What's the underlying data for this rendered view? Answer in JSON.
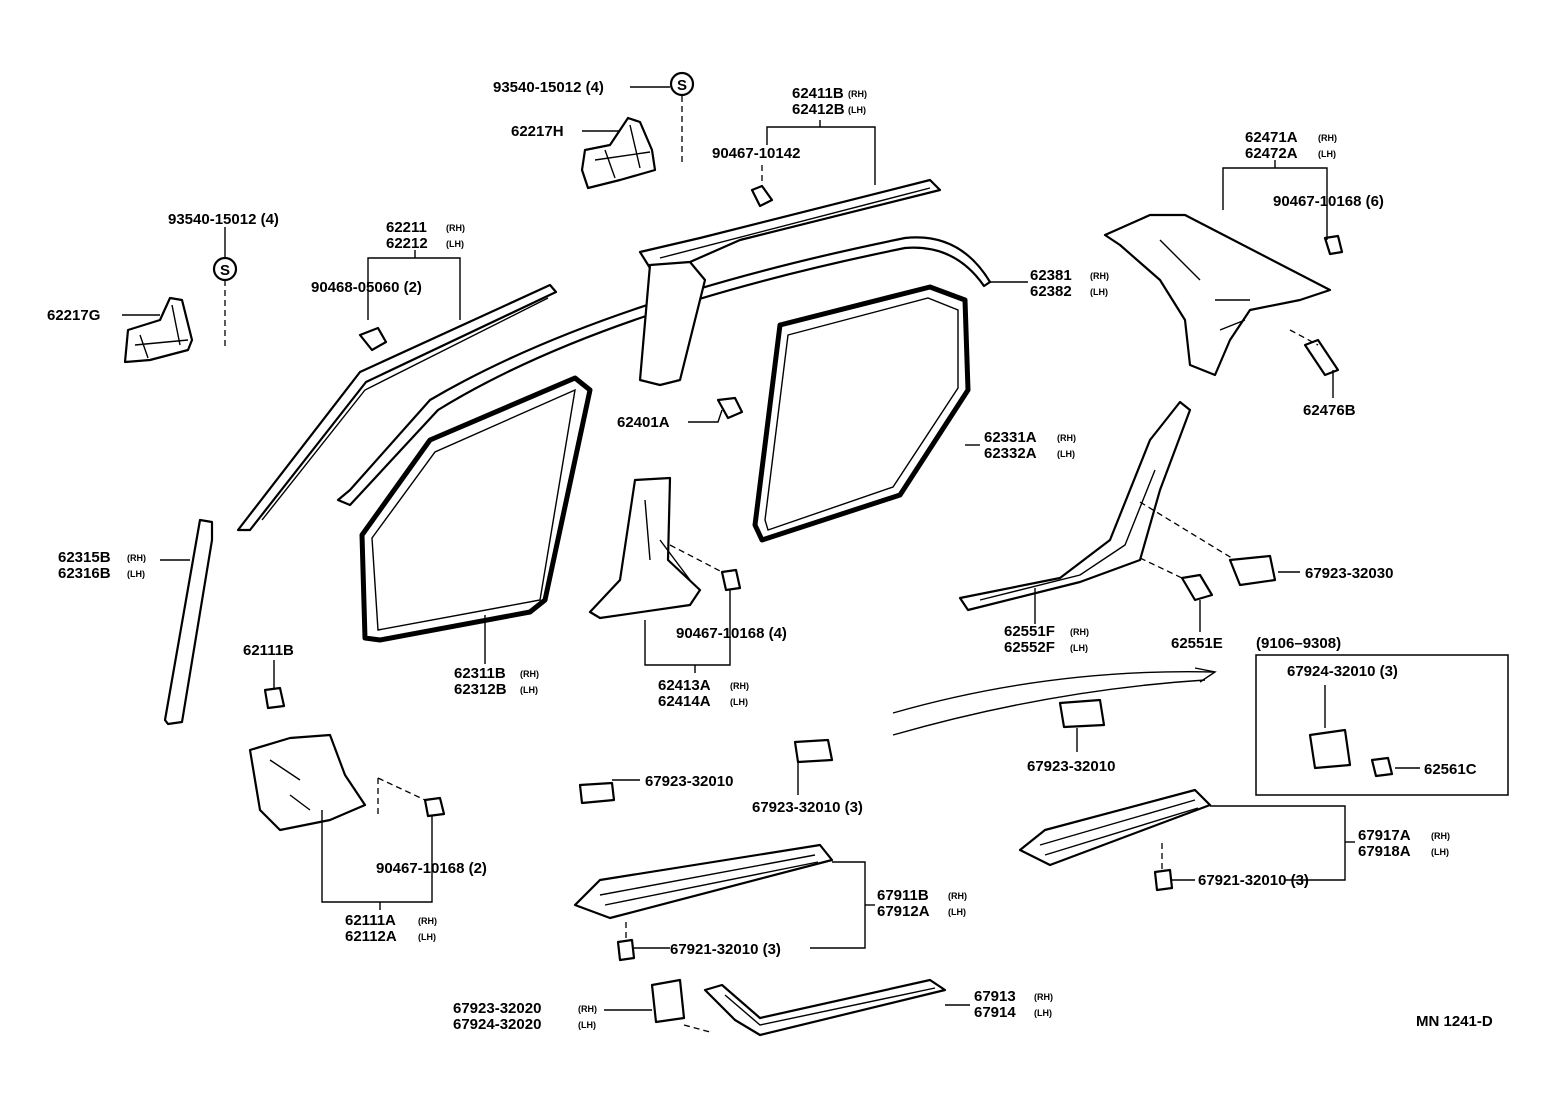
{
  "diagram": {
    "labels": {
      "l01": "93540-15012 (4)",
      "l02": "62217H",
      "l03a": "62411B",
      "l03b": "62412B",
      "l04": "90467-10142",
      "l05a": "62471A",
      "l05b": "62472A",
      "l06": "90467-10168 (6)",
      "l07": "93540-15012 (4)",
      "l08a": "62211",
      "l08b": "62212",
      "l09": "90468-05060 (2)",
      "l10": "62217G",
      "l11a": "62381",
      "l11b": "62382",
      "l12": "62476B",
      "l13": "62401A",
      "l14a": "62331A",
      "l14b": "62332A",
      "l15a": "62315B",
      "l15b": "62316B",
      "l16": "67923-32030",
      "l17": "90467-10168 (4)",
      "l18a": "62551F",
      "l18b": "62552F",
      "l19": "62551E",
      "l20": "(9106–9308)",
      "l21": "62111B",
      "l22a": "62311B",
      "l22b": "62312B",
      "l23a": "62413A",
      "l23b": "62414A",
      "l24": "67924-32010 (3)",
      "l25": "67923-32010",
      "l26": "62561C",
      "l27": "67923-32010 (3)",
      "l28": "90467-10168 (2)",
      "l29a": "67917A",
      "l29b": "67918A",
      "l30": "62111A",
      "l30b": "62112A",
      "l31": "67921-32010 (3)",
      "l32a": "67911B",
      "l32b": "67912A",
      "l33": "67921-32010 (3)",
      "l34a": "67923-32020",
      "l34b": "67924-32020",
      "l35a": "67913",
      "l35b": "67914",
      "l36": "MN 1241-D",
      "l37": "67923-32010"
    },
    "suffix": {
      "rh": "(RH)",
      "lh": "(LH)"
    },
    "symbol_s": "S"
  }
}
